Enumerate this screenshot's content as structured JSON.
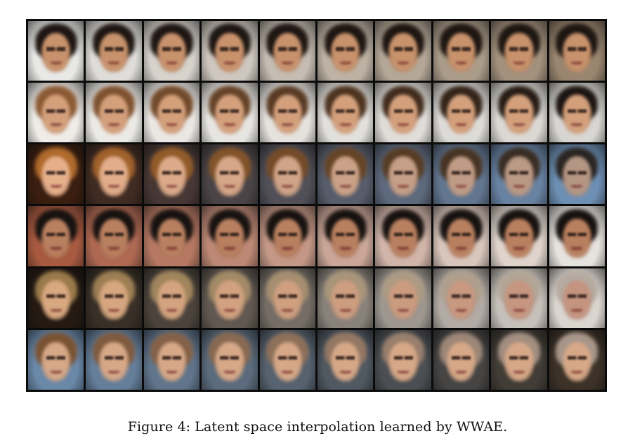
{
  "figure": {
    "caption": "Figure 4: Latent space interpolation learned by WWAE.",
    "rows": 6,
    "columns": 10,
    "row_palettes": [
      {
        "bg_start": "#e8e8e6",
        "bg_end": "#9a8670",
        "hair": "#1e1612",
        "skin": "#c8926c"
      },
      {
        "bg_start": "#efece8",
        "bg_end": "#d8d6d2",
        "hair_start": "#8a5a34",
        "hair_end": "#1c1512",
        "skin": "#d4a07c"
      },
      {
        "bg_start": "#3a1e10",
        "bg_end": "#6e8fb4",
        "hair_start": "#b06a2c",
        "hair_end": "#2a2522",
        "skin_start": "#e6b08c",
        "skin_end": "#b59684"
      },
      {
        "bg_start": "#a85a40",
        "bg_end": "#e6e3de",
        "hair": "#171210",
        "skin": "#b98060"
      },
      {
        "bg_start": "#241a12",
        "bg_end": "#dad5cf",
        "hair_start": "#9a7a4a",
        "hair_end": "#b5aaa0",
        "skin_start": "#d8a880",
        "skin_end": "#c49480"
      },
      {
        "bg_start": "#6a88a8",
        "bg_end": "#3c3228",
        "hair_start": "#7a5234",
        "hair_end": "#a8968a",
        "skin": "#d6a888"
      }
    ]
  }
}
